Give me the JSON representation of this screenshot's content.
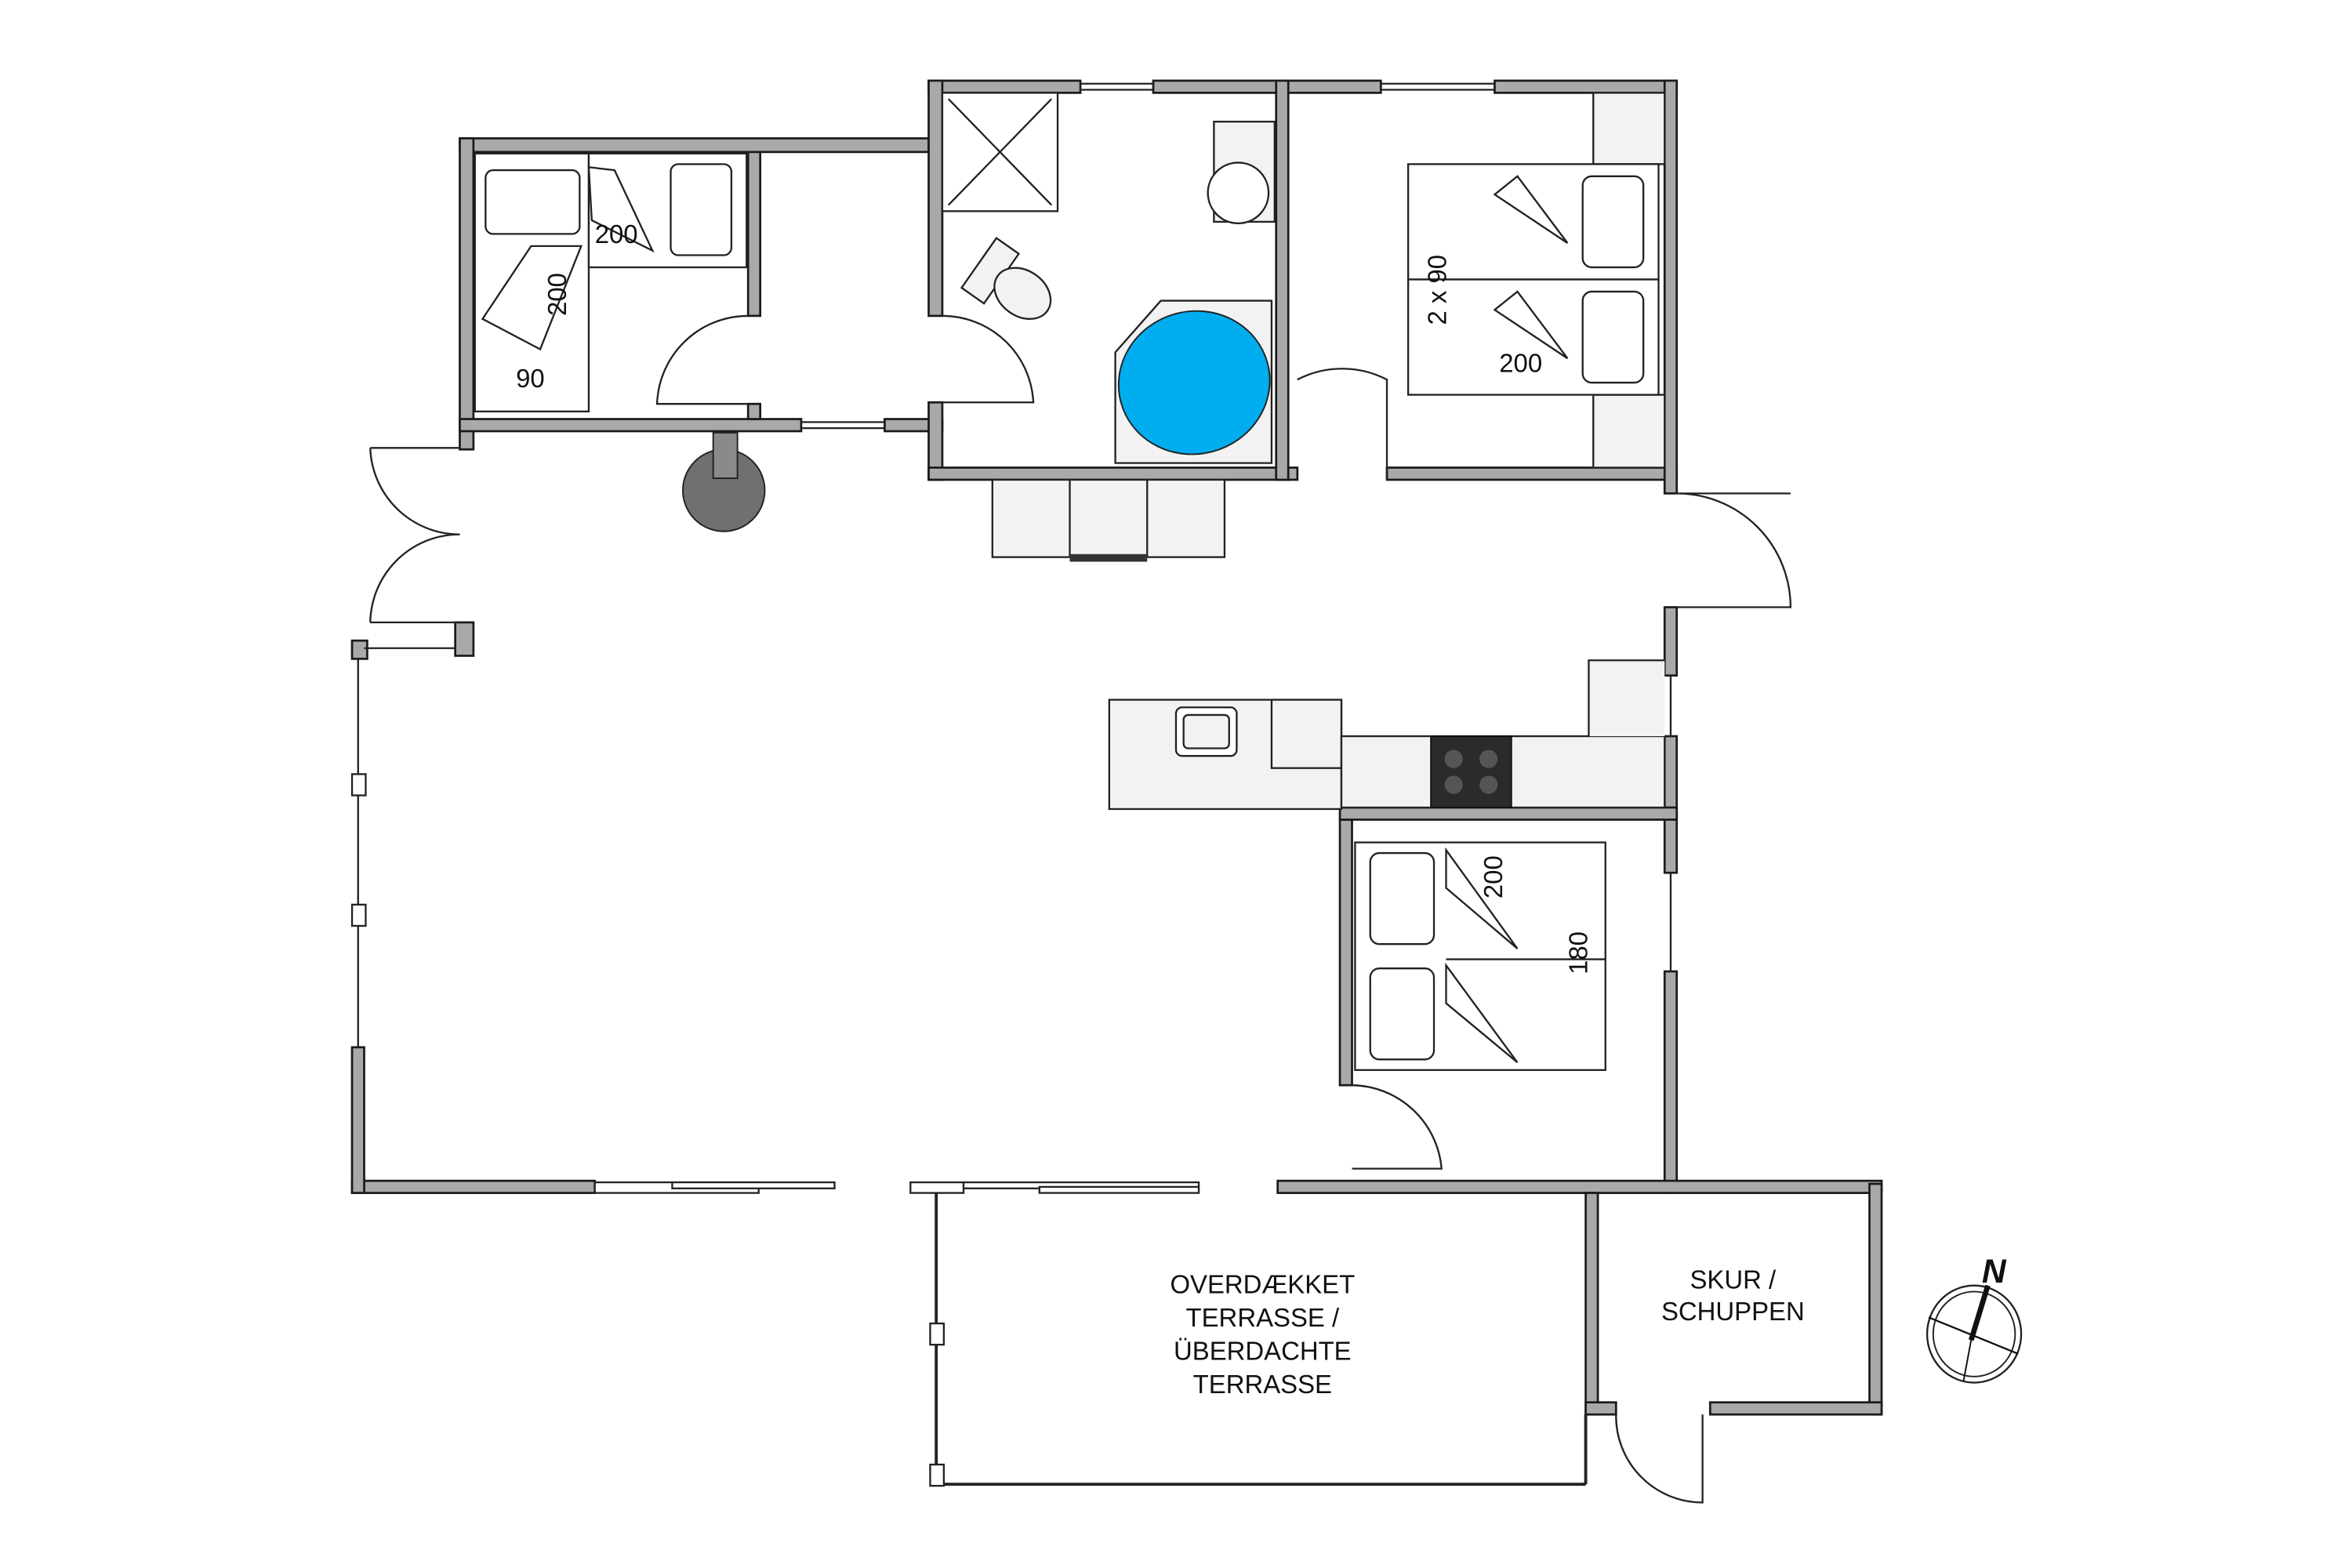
{
  "plan": {
    "rooms": {
      "terrace": [
        "OVERDÆKKET",
        "TERRASSE /",
        "ÜBERDACHTE",
        "TERRASSE"
      ],
      "shed": [
        "SKUR /",
        "SCHUPPEN"
      ]
    },
    "beds": {
      "bedroom1_bed_a_length": "200",
      "bedroom1_bed_b_length": "200",
      "bedroom1_bed_width": "90",
      "bedroom2_width": "2 x 90",
      "bedroom2_length": "200",
      "bedroom3_length": "200",
      "bedroom3_width": "180"
    },
    "compass": "N",
    "colors": {
      "wall": "#a9a9a9",
      "bathtub": "#00adef",
      "stove": "#707070"
    }
  }
}
